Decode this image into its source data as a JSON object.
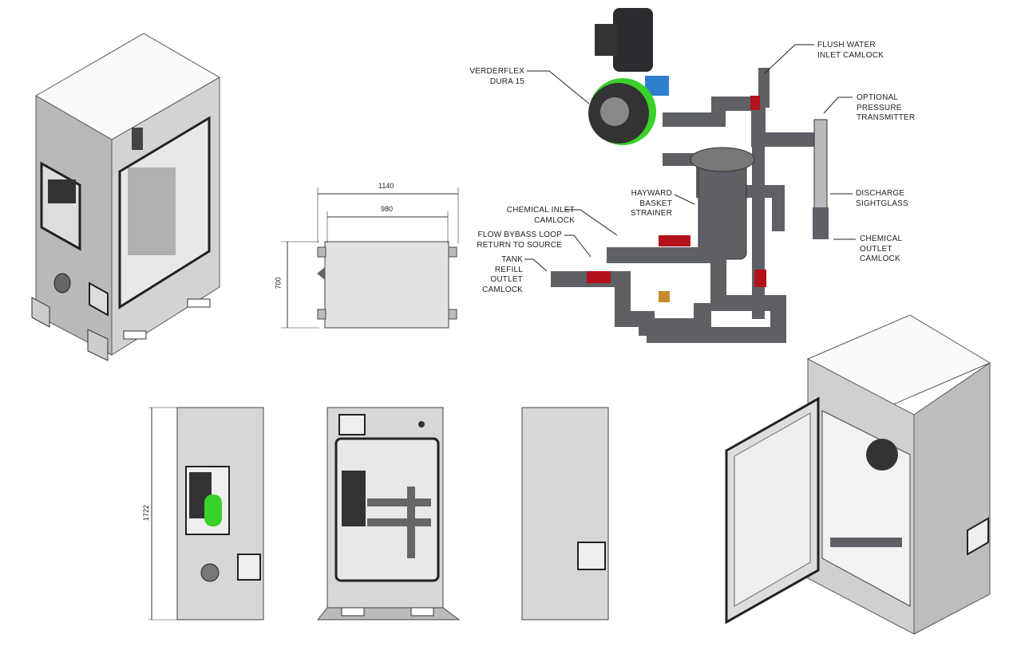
{
  "dimensions": {
    "width_overall": "1140",
    "width_inner": "980",
    "depth": "700",
    "height": "1722"
  },
  "callouts": {
    "pump": [
      "VERDERFLEX",
      "DURA 15"
    ],
    "flush": [
      "FLUSH WATER",
      "INLET CAMLOCK"
    ],
    "pressure": [
      "OPTIONAL",
      "PRESSURE",
      "TRANSMITTER"
    ],
    "strainer": [
      "HAYWARD",
      "BASKET",
      "STRAINER"
    ],
    "sightglass": [
      "DISCHARGE",
      "SIGHTGLASS"
    ],
    "chem_inlet": [
      "CHEMICAL INLET",
      "CAMLOCK"
    ],
    "bypass": [
      "FLOW BYBASS LOOP",
      "RETURN TO SOURCE"
    ],
    "chem_outlet": [
      "CHEMICAL",
      "OUTLET",
      "CAMLOCK"
    ],
    "tank_refill": [
      "TANK",
      "REFILL",
      "OUTLET",
      "CAMLOCK"
    ]
  },
  "colors": {
    "panel": "#c9c9c9",
    "panel_dark": "#9a9a9a",
    "pipe": "#5e6066",
    "valve": "#b3121a",
    "pump_green": "#39d12a",
    "motor": "#2a2c30"
  }
}
